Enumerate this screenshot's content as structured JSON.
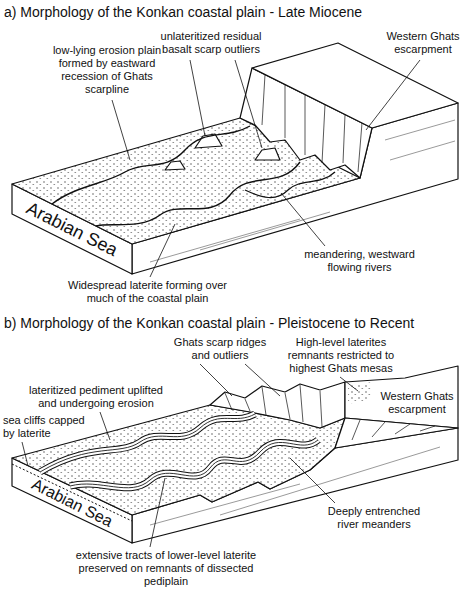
{
  "diagram": {
    "labels": [
      "a) Morphology of the Konkan coastal plain - Late Miocene",
      "low-lying erosion plain formed by eastward recession of Ghats scarpline",
      "unlateritized residual basalt scarp outliers",
      "Western Ghats escarpment",
      "Arabian Sea",
      "Widespread laterite forming over much of the coastal plain",
      "meandering, westward flowing rivers",
      "b) Morphology of the Konkan coastal plain - Pleistocene to Recent",
      "Ghats scarp ridges and outliers",
      "High-level laterites remnants restricted to highest Ghats mesas",
      "Western Ghats escarpment",
      "lateritized pediment uplifted and undergoing erosion",
      "sea cliffs capped by laterite",
      "Arabian Sea",
      "Deeply entrenched river meanders",
      "extensive tracts of lower-level laterite preserved on remnants of dissected pediplain"
    ]
  }
}
